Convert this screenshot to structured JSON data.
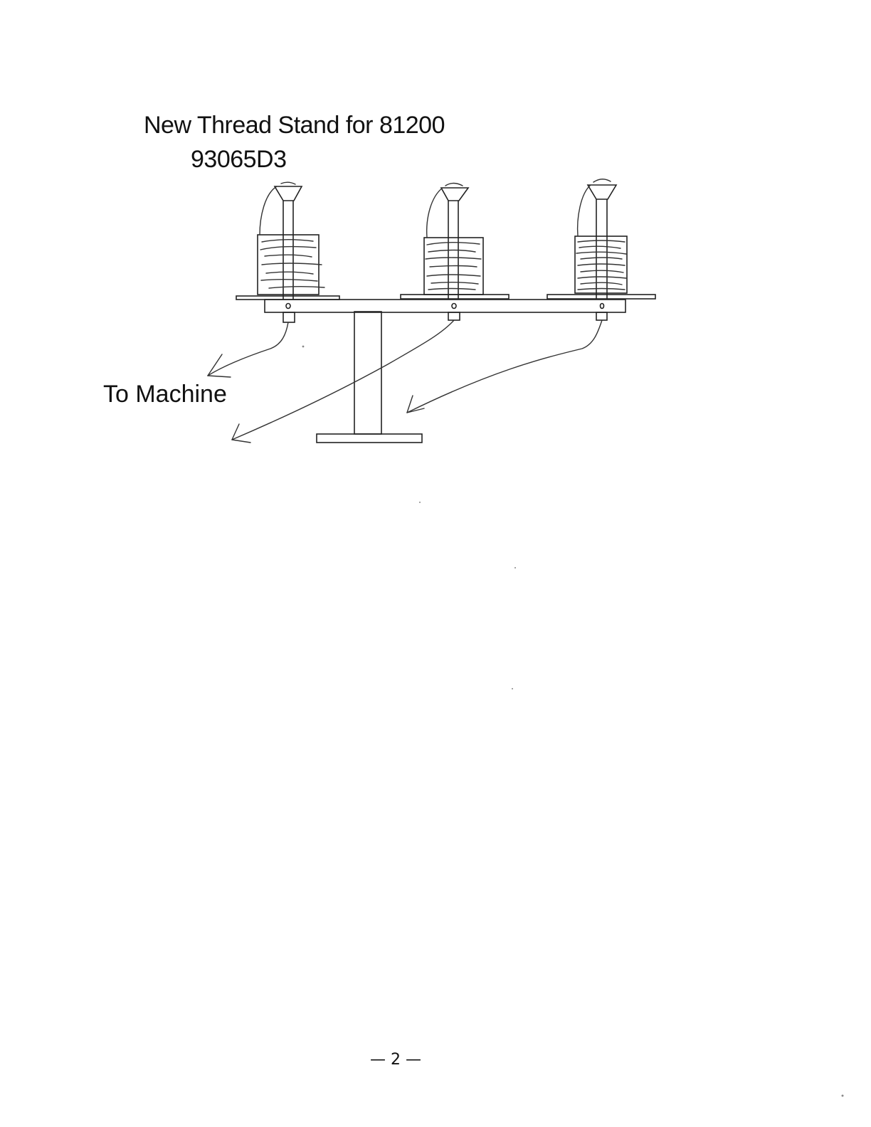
{
  "diagram": {
    "title": "New Thread Stand for 81200",
    "part_number": "93065D3",
    "label": "To Machine",
    "page_number": "— 2 —"
  }
}
